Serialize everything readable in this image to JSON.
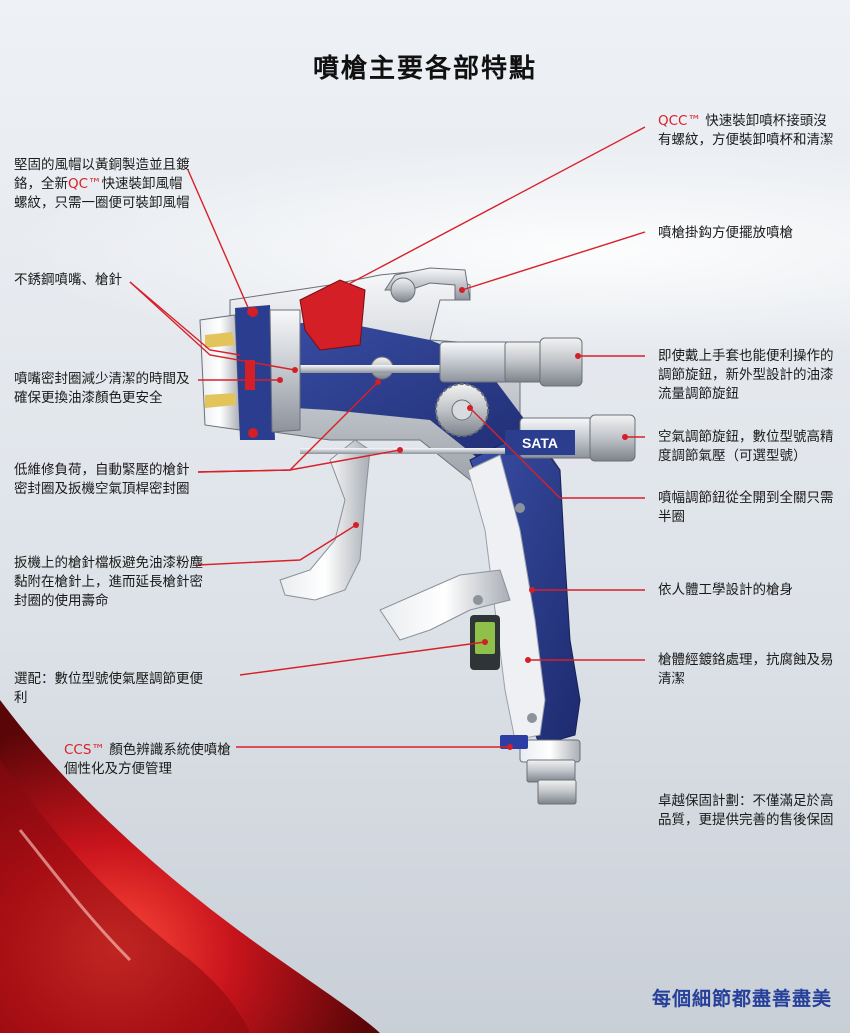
{
  "title": "噴槍主要各部特點",
  "left_callouts": [
    {
      "parts": [
        {
          "text": "堅固的風帽以黃銅製造並且鍍鉻，全新"
        },
        {
          "text": "QC™",
          "red": true
        },
        {
          "text": "快速裝卸風帽螺紋，只需一圈便可裝卸風帽"
        }
      ]
    },
    {
      "parts": [
        {
          "text": "不銹鋼噴嘴、槍針"
        }
      ]
    },
    {
      "parts": [
        {
          "text": "噴嘴密封圈減少清潔的時間及確保更換油漆顏色更安全"
        }
      ]
    },
    {
      "parts": [
        {
          "text": "低維修負荷，自動緊壓的槍針密封圈及扳機空氣頂桿密封圈"
        }
      ]
    },
    {
      "parts": [
        {
          "text": "扳機上的槍針檔板避免油漆粉塵黏附在槍針上，進而延長槍針密封圈的使用壽命"
        }
      ]
    },
    {
      "parts": [
        {
          "text": "選配：數位型號使氣壓調節更便利"
        }
      ]
    },
    {
      "parts": [
        {
          "text": "CCS™",
          "red": true
        },
        {
          "text": " 顏色辨識系統使噴槍個性化及方便管理"
        }
      ]
    }
  ],
  "right_callouts": [
    {
      "parts": [
        {
          "text": "QCC™",
          "red": true
        },
        {
          "text": " 快速裝卸噴杯接頭沒有螺紋，方便裝卸噴杯和清潔"
        }
      ]
    },
    {
      "parts": [
        {
          "text": "噴槍掛鈎方便擺放噴槍"
        }
      ]
    },
    {
      "parts": [
        {
          "text": "即使戴上手套也能便利操作的調節旋鈕，新外型設計的油漆流量調節旋鈕"
        }
      ]
    },
    {
      "parts": [
        {
          "text": "空氣調節旋鈕，數位型號高精度調節氣壓（可選型號）"
        }
      ]
    },
    {
      "parts": [
        {
          "text": "噴幅調節鈕從全開到全關只需半圈"
        }
      ]
    },
    {
      "parts": [
        {
          "text": "依人體工學設計的槍身"
        }
      ]
    },
    {
      "parts": [
        {
          "text": "槍體經鍍鉻處理，抗腐蝕及易清潔"
        }
      ]
    },
    {
      "parts": [
        {
          "text": "卓越保固計劃：不僅滿足於高品質，更提供完善的售後保固"
        }
      ]
    }
  ],
  "brand_mark": "SATA",
  "tagline": "每個細節都盡善盡美",
  "colors": {
    "accent_red": "#d8202a",
    "tagline_blue": "#27409a",
    "gun_blue": "#2b3d8f"
  }
}
